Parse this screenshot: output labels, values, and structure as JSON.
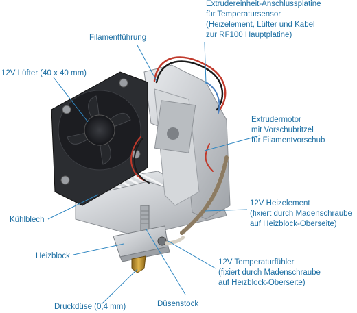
{
  "labels": {
    "board": "Extrudereinheit-Anschlussplatine\nfür Temperatursensor\n(Heizelement, Lüfter und Kabel\nzur RF100 Hauptplatine)",
    "filament": "Filamentführung",
    "fan": "12V Lüfter (40 x 40 mm)",
    "motor": "Extrudermotor\nmit Vorschubritzel\nfür Filamentvorschub",
    "heater": "12V Heizelement\n(fixiert durch Madenschraube\nauf Heizblock-Oberseite)",
    "heatsink": "Kühlblech",
    "heatblock": "Heizblock",
    "sensor": "12V Temperaturfühler\n(fixiert durch Madenschraube\nauf Heizblock-Oberseite)",
    "nozzle_stock": "Düsenstock",
    "nozzle": "Druckdüse (0,4 mm)"
  },
  "colors": {
    "label": "#1d6fa3",
    "leader": "#2e86c1",
    "aluminum": "#c9ccd0",
    "fan_body": "#2b2d31",
    "wire_red": "#c0392b",
    "brass": "#c8962e"
  }
}
